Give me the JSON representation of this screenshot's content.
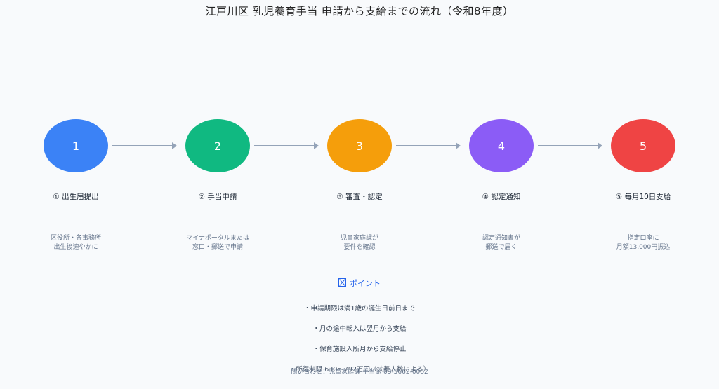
{
  "title": "江戸川区 乳児養育手当 申請から支給までの流れ（令和8年度）",
  "steps": [
    {
      "number": "1",
      "label": "① 出生届提出",
      "desc_line1": "区役所・各事務所",
      "desc_line2": "出生後速やかに",
      "color": "#3b82f6"
    },
    {
      "number": "2",
      "label": "② 手当申請",
      "desc_line1": "マイナポータルまたは",
      "desc_line2": "窓口・郵送で申請",
      "color": "#10b981"
    },
    {
      "number": "3",
      "label": "③ 審査・認定",
      "desc_line1": "児童家庭課が",
      "desc_line2": "要件を確認",
      "color": "#f59e0b"
    },
    {
      "number": "4",
      "label": "④ 認定通知",
      "desc_line1": "認定通知書が",
      "desc_line2": "郵送で届く",
      "color": "#8b5cf6"
    },
    {
      "number": "5",
      "label": "⑤ 毎月10日支給",
      "desc_line1": "指定口座に",
      "desc_line2": "月額13,000円振込",
      "color": "#ef4444"
    }
  ],
  "points": {
    "title": "ポイント",
    "items": [
      "・申請期限は満1歳の誕生日前日まで",
      "・月の途中転入は翌月から支給",
      "・保育施設入所月から支給停止",
      "・所得制限 630～792万円（扶養人数による）"
    ],
    "contact": "問い合わせ：児童家庭課 手当係 03-5662-0082"
  }
}
